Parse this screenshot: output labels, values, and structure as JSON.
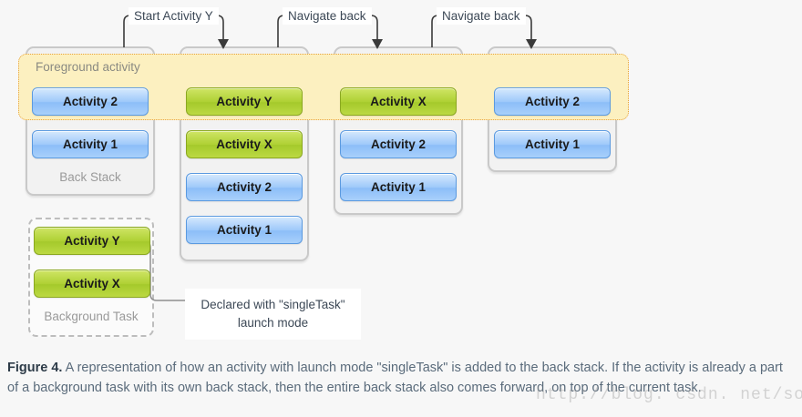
{
  "figure": {
    "label": "Figure 4.",
    "caption_text": " A representation of how an activity with launch mode \"singleTask\" is added to the back stack. If the activity is already a part of a background task with its own back stack, then the entire back stack also comes forward, on top of the current task.",
    "watermark": "http://blog. csdn. net/sodino"
  },
  "highlight": {
    "label": "Foreground activity",
    "fill": "#fcf0c0",
    "border": "#e8a33d"
  },
  "colors": {
    "blue_block": "#9dc8fa",
    "green_block": "#aed033",
    "stack_border": "#c9c9c9",
    "stack_fill": "#f2f2f2",
    "caption_text": "#5a6b7b"
  },
  "transitions": [
    {
      "label": "Start Activity Y"
    },
    {
      "label": "Navigate back"
    },
    {
      "label": "Navigate back"
    }
  ],
  "stacks": [
    {
      "name": "back-stack-initial",
      "caption": "Back Stack",
      "items": [
        {
          "label": "Activity 2",
          "color": "blue"
        },
        {
          "label": "Activity 1",
          "color": "blue"
        }
      ]
    },
    {
      "name": "back-stack-after-start-y",
      "caption": "",
      "items": [
        {
          "label": "Activity Y",
          "color": "green"
        },
        {
          "label": "Activity X",
          "color": "green"
        },
        {
          "label": "Activity 2",
          "color": "blue"
        },
        {
          "label": "Activity 1",
          "color": "blue"
        }
      ]
    },
    {
      "name": "back-stack-after-back-1",
      "caption": "",
      "items": [
        {
          "label": "Activity X",
          "color": "green"
        },
        {
          "label": "Activity 2",
          "color": "blue"
        },
        {
          "label": "Activity 1",
          "color": "blue"
        }
      ]
    },
    {
      "name": "back-stack-after-back-2",
      "caption": "",
      "items": [
        {
          "label": "Activity 2",
          "color": "blue"
        },
        {
          "label": "Activity 1",
          "color": "blue"
        }
      ]
    }
  ],
  "background_task": {
    "caption": "Background Task",
    "items": [
      {
        "label": "Activity Y",
        "color": "green"
      },
      {
        "label": "Activity X",
        "color": "green"
      }
    ]
  },
  "annotation": {
    "line1": "Declared with \"singleTask\"",
    "line2": "launch mode"
  }
}
